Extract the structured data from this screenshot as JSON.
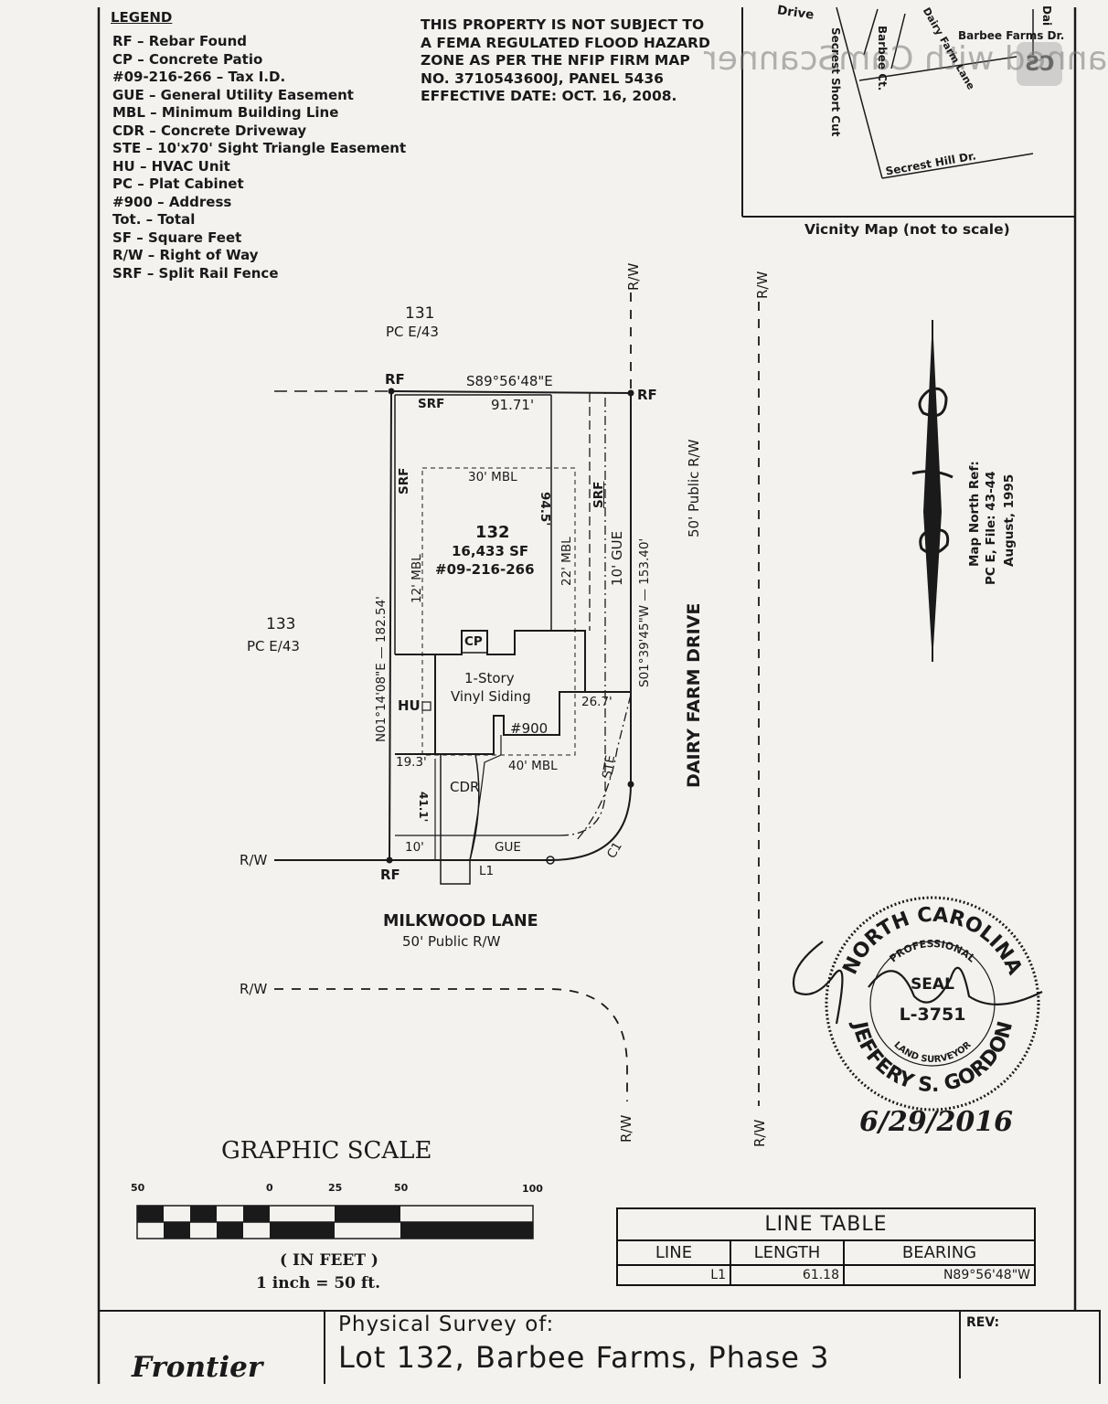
{
  "legend": {
    "title": "LEGEND",
    "items": [
      "RF – Rebar Found",
      "CP – Concrete Patio",
      "#09-216-266 – Tax I.D.",
      "GUE – General Utility Easement",
      "MBL – Minimum Building Line",
      "CDR – Concrete Driveway",
      "STE – 10'x70' Sight Triangle Easement",
      "HU – HVAC Unit",
      "PC – Plat Cabinet",
      "#900 – Address",
      "Tot. – Total",
      "SF – Square Feet",
      "R/W – Right of Way",
      "SRF – Split Rail Fence"
    ]
  },
  "flood_note": [
    "THIS PROPERTY IS NOT SUBJECT TO",
    "A FEMA REGULATED FLOOD HAZARD",
    "ZONE AS PER THE NFIP FIRM MAP",
    "NO. 3710543600J, PANEL 5436",
    "EFFECTIVE DATE: OCT. 16, 2008."
  ],
  "watermark": {
    "text": "Scanned with CamScanner",
    "badge": "CS"
  },
  "vicinity_map": {
    "caption": "Vicnity Map (not to scale)",
    "roads": [
      "Drive",
      "Barbee Ct.",
      "Secrest Short Cut",
      "Dairy Farm Lane",
      "Barbee Farms Dr.",
      "Secrest Hill Dr.",
      "Dai"
    ]
  },
  "north_ref": {
    "line1": "Map North Ref:",
    "line2": "PC E, File: 43-44",
    "line3": "August, 1995"
  },
  "plat": {
    "lot_131": "131",
    "lot_131_pc": "PC E/43",
    "lot_133": "133",
    "lot_133_pc": "PC E/43",
    "lot_number": "132",
    "area": "16,433 SF",
    "tax_id": "#09-216-266",
    "rf_nw": "RF",
    "rf_ne": "RF",
    "rf_sw": "RF",
    "north_bearing": "S89°56'48\"E",
    "north_distance": "91.71'",
    "west_line": "N01°14'08\"E — 182.54'",
    "east_line": "S01°39'45\"W — 153.40'",
    "srf_n": "SRF",
    "srf_w": "SRF",
    "srf_e": "SRF",
    "mbl_30": "30' MBL",
    "mbl_12": "12' MBL",
    "mbl_22": "22' MBL",
    "mbl_40": "40' MBL",
    "dim_94_5": "94.5'",
    "gue_e": "10' GUE",
    "gue_s": "GUE",
    "gue_s_width": "10'",
    "dim_26_7": "26.7'",
    "dim_19_3": "19.3'",
    "dim_41_1": "41.1'",
    "cp": "CP",
    "house_line1": "1-Story",
    "house_line2": "Vinyl Siding",
    "hu": "HU",
    "address": "#900",
    "cdr": "CDR",
    "ste": "STE",
    "c1": "C1",
    "l1": "L1",
    "rw_top_east": "R/W",
    "rw_top_far": "R/W",
    "rw_left_south": "R/W",
    "rw_left_lower": "R/W",
    "rw_bottom_curve": "R/W",
    "rw_bottom_far": "R/W",
    "street_south_name": "MILKWOOD LANE",
    "street_south_rw": "50' Public R/W",
    "street_east_name": "DAIRY FARM DRIVE",
    "street_east_rw": "50' Public R/W"
  },
  "seal": {
    "state": "NORTH CAROLINA",
    "professional": "PROFESSIONAL",
    "seal_word": "SEAL",
    "license": "L-3751",
    "land_surveyor": "LAND SURVEYOR",
    "name": "JEFFERY S. GORDON",
    "date": "6/29/2016"
  },
  "graphic_scale": {
    "title": "GRAPHIC SCALE",
    "ticks": [
      "50",
      "0",
      "25",
      "50",
      "100"
    ],
    "units": "( IN FEET )",
    "ratio": "1 inch = 50 ft."
  },
  "line_table": {
    "title": "LINE TABLE",
    "headers": [
      "LINE",
      "LENGTH",
      "BEARING"
    ],
    "rows": [
      [
        "L1",
        "61.18",
        "N89°56'48\"W"
      ]
    ]
  },
  "title_block": {
    "company": "Frontier",
    "label": "Physical Survey of:",
    "lot": "Lot 132, Barbee Farms, Phase 3",
    "rev": "REV:"
  }
}
